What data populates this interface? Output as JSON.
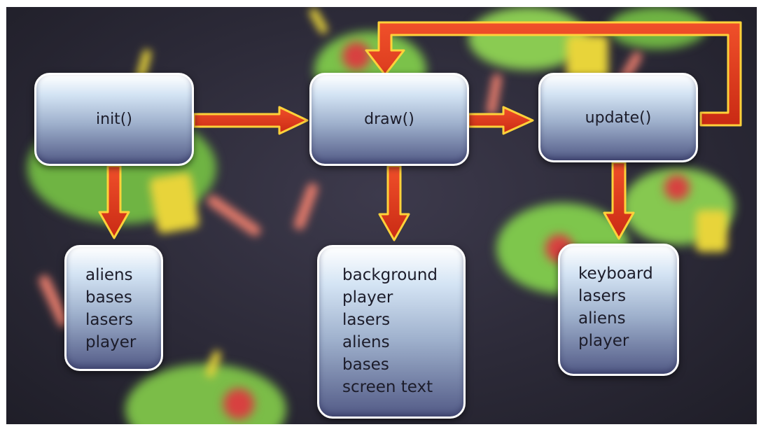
{
  "diagram": {
    "nodes": {
      "init": {
        "label": "init()"
      },
      "draw": {
        "label": "draw()"
      },
      "update": {
        "label": "update()"
      }
    },
    "lists": {
      "init": [
        "aliens",
        "bases",
        "lasers",
        "player"
      ],
      "draw": [
        "background",
        "player",
        "lasers",
        "aliens",
        "bases",
        "screen text"
      ],
      "update": [
        "keyboard",
        "lasers",
        "aliens",
        "player"
      ]
    }
  },
  "colors": {
    "arrow_fill": "#e83a1c",
    "arrow_edge": "#ffd23a",
    "box_top": "#ffffff",
    "box_mid": "#d4e4f4",
    "box_bottom": "#525a86",
    "background": "#2c2a38"
  }
}
